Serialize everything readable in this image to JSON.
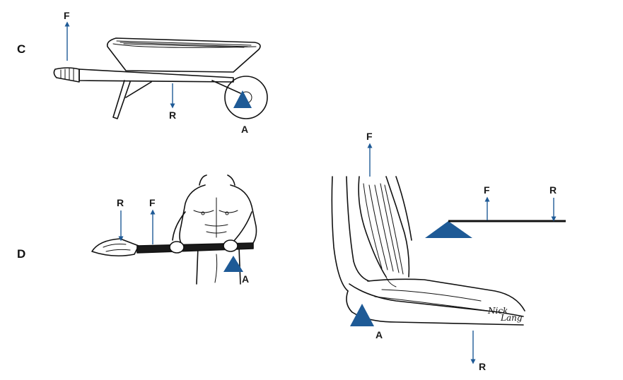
{
  "colors": {
    "accent": "#1e5a96",
    "ink": "#111111"
  },
  "panels": {
    "c": {
      "letter": "C",
      "illustration": "wheelbarrow",
      "labels": {
        "force": "F",
        "resistance": "R",
        "axis": "A"
      }
    },
    "d": {
      "letter": "D",
      "illustration": "person-lifting-shovel",
      "labels": {
        "resistance": "R",
        "force": "F",
        "axis": "A"
      }
    },
    "elbow": {
      "illustration": "elbow-flexion",
      "labels": {
        "force": "F",
        "resistance": "R",
        "axis": "A"
      },
      "signature": [
        "Nick",
        "Lang"
      ],
      "schematic": {
        "labels": {
          "force": "F",
          "resistance": "R"
        }
      }
    }
  }
}
